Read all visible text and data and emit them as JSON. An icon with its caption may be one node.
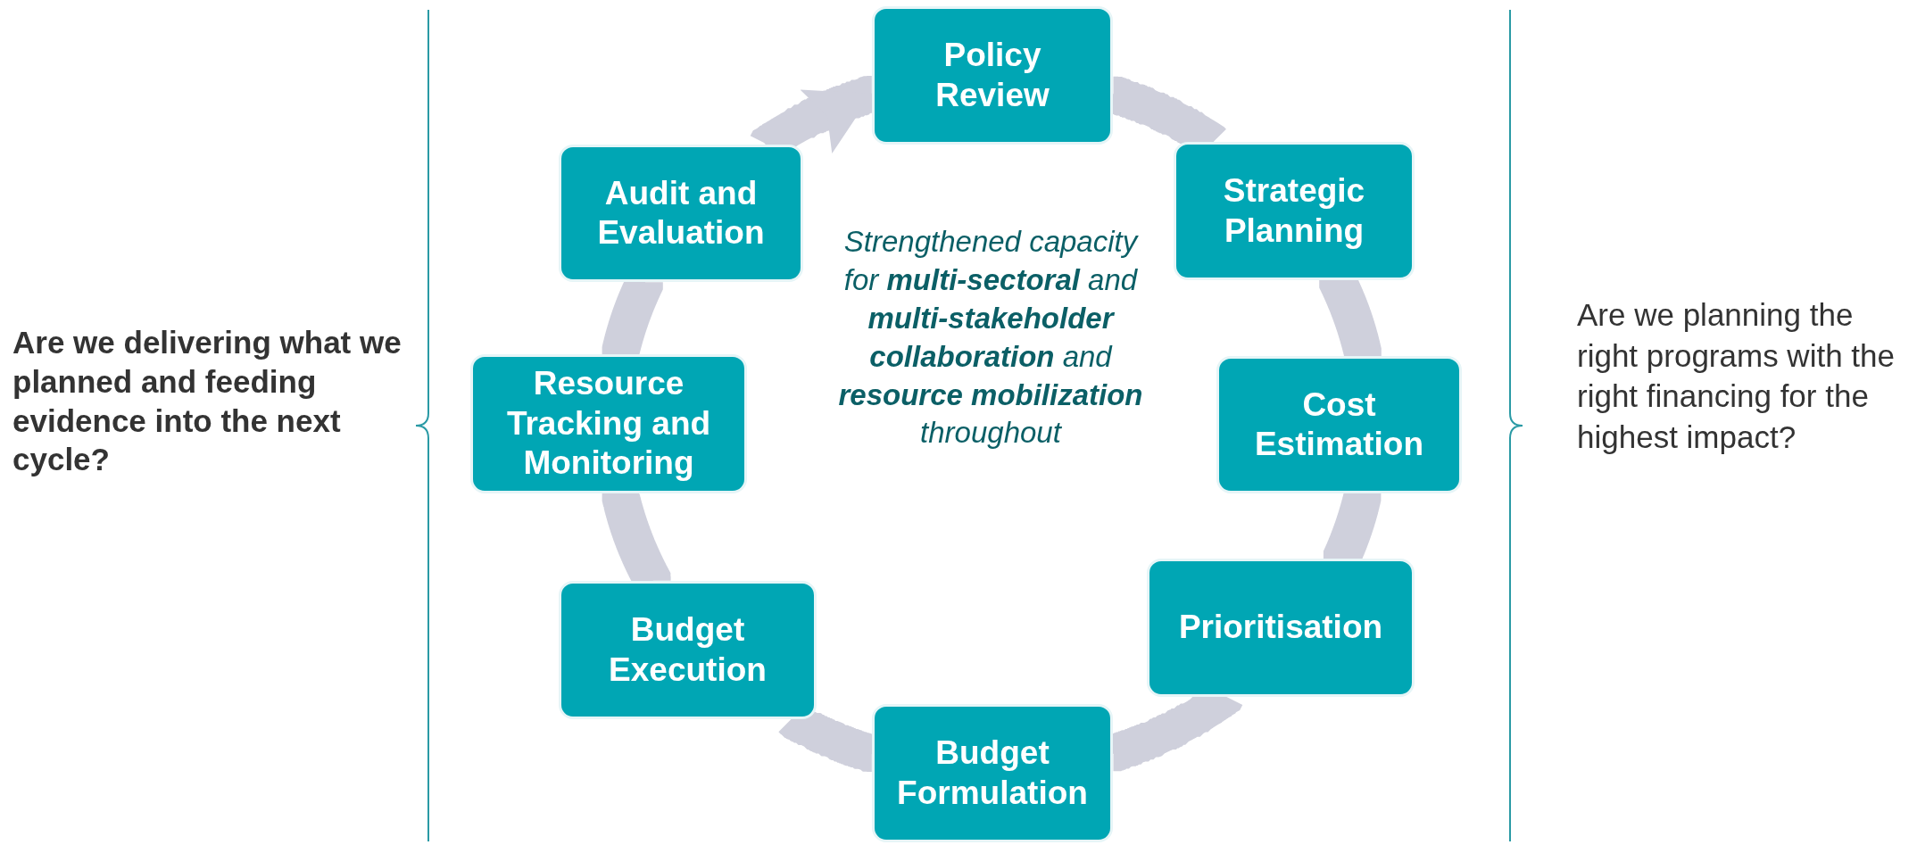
{
  "diagram": {
    "nodes": [
      {
        "text": [
          "Policy Review"
        ]
      },
      {
        "text": [
          "Strategic Planning"
        ]
      },
      {
        "text": [
          "Cost Estimation"
        ]
      },
      {
        "text": [
          "Prioritisation"
        ]
      },
      {
        "text": [
          "Budget Formulation"
        ]
      },
      {
        "text": [
          "Budget Execution"
        ]
      },
      {
        "text": [
          "Resource Tracking and Monitoring"
        ]
      },
      {
        "text": [
          "Audit and Evaluation"
        ]
      }
    ],
    "edges": [
      {
        "from": 0,
        "to": 1,
        "arrow": "none"
      },
      {
        "from": 1,
        "to": 2,
        "arrow": "none"
      },
      {
        "from": 2,
        "to": 3,
        "arrow": "none"
      },
      {
        "from": 3,
        "to": 4,
        "arrow": "none"
      },
      {
        "from": 4,
        "to": 5,
        "arrow": "none"
      },
      {
        "from": 5,
        "to": 6,
        "arrow": "none"
      },
      {
        "from": 6,
        "to": 7,
        "arrow": "none"
      },
      {
        "from": 7,
        "to": 0,
        "arrow": "to"
      }
    ],
    "labels": [
      "Are we delivering what we planned and feeding evidence into the next cycle?",
      "Strengthened capacity for **multi-sectoral** and **multi-stakeholder collaboration** and **resource mobilization** throughout",
      "Are we planning the right programs with the right financing for the highest impact?"
    ]
  }
}
